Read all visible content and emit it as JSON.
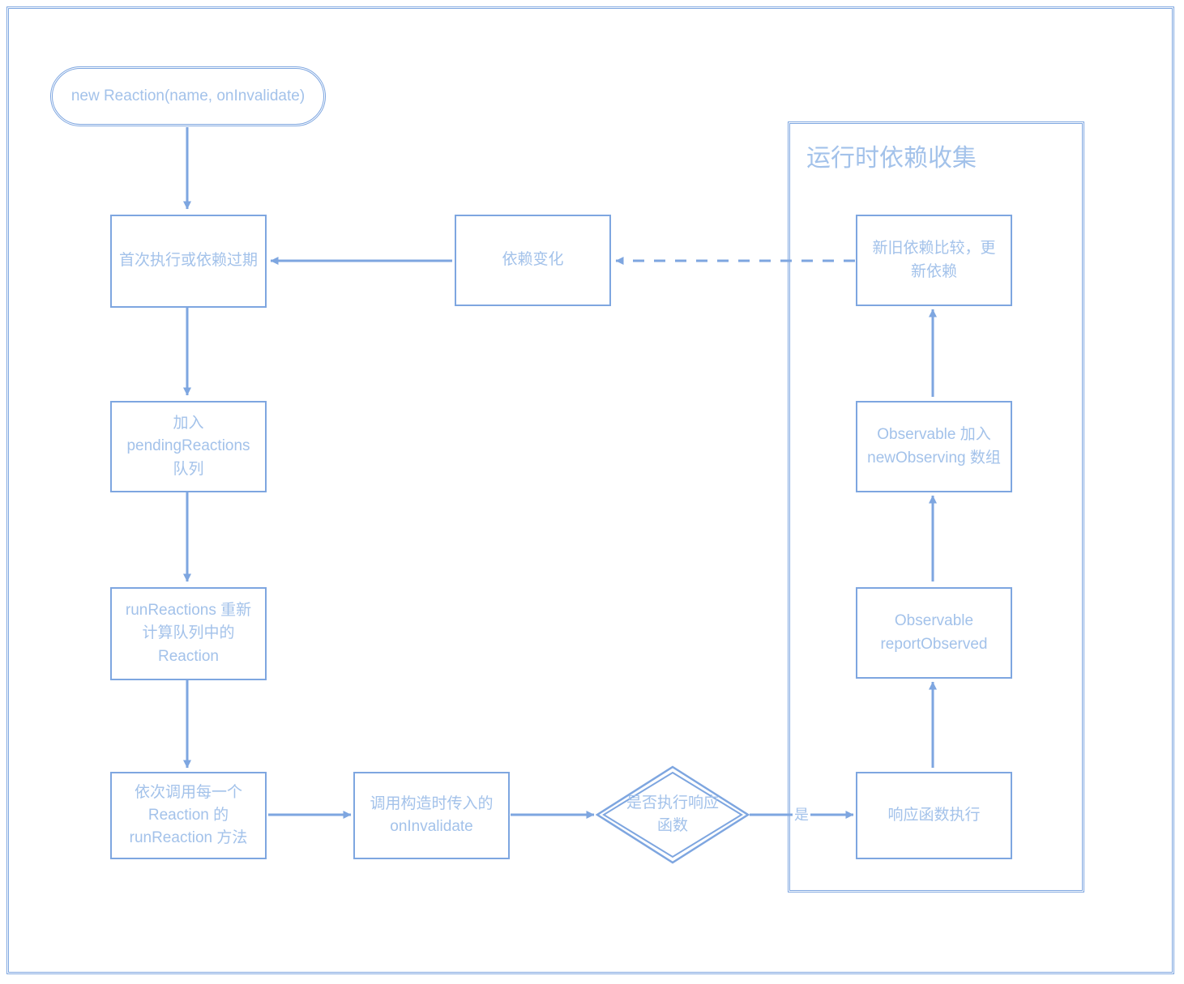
{
  "diagram": {
    "title_text": "运行时依赖收集",
    "accent_color": "#7EA6E0",
    "text_color": "#A3C2EA",
    "background_color": "#ffffff"
  },
  "nodes": {
    "start": {
      "label": "new Reaction(name, onInvalidate)",
      "shape": "terminal"
    },
    "first_run": {
      "label": "首次执行或依赖过期",
      "shape": "rect"
    },
    "enqueue": {
      "label": "加入\npendingReactions\n队列",
      "line1": "加入",
      "line2": "pendingReactions",
      "line3": "队列",
      "shape": "rect"
    },
    "run_reactions": {
      "line1": "runReactions 重新",
      "line2": "计算队列中的",
      "line3": "Reaction",
      "shape": "rect"
    },
    "call_run_reaction": {
      "line1": "依次调用每一个",
      "line2": "Reaction 的",
      "line3": "runReaction 方法",
      "shape": "rect"
    },
    "call_on_invalidate": {
      "line1": "调用构造时传入的",
      "line2": "onInvalidate",
      "shape": "rect"
    },
    "decision": {
      "line1": "是否执行响应",
      "line2": "函数",
      "shape": "diamond"
    },
    "effect_run": {
      "label": "响应函数执行",
      "shape": "rect"
    },
    "report_observed": {
      "line1": "Observable",
      "line2": "reportObserved",
      "shape": "rect"
    },
    "add_new_observing": {
      "line1": "Observable 加入",
      "line2": "newObserving 数组",
      "shape": "rect"
    },
    "compare_deps": {
      "line1": "新旧依赖比较，更",
      "line2": "新依赖",
      "shape": "rect"
    },
    "dep_change": {
      "label": "依赖变化",
      "shape": "rect"
    }
  },
  "edges": {
    "yes_label": "是"
  }
}
